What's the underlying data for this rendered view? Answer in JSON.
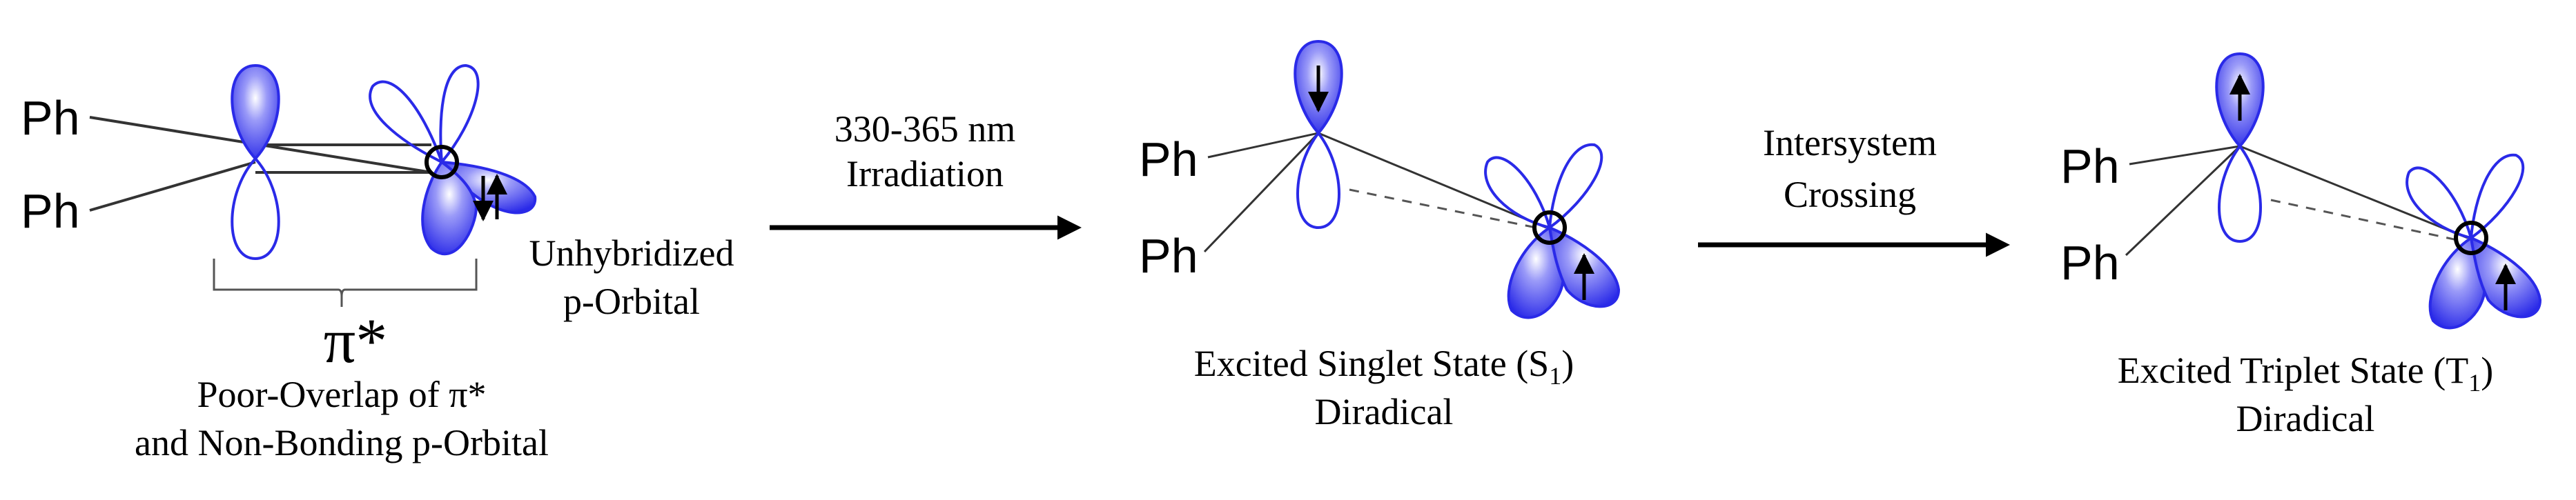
{
  "colors": {
    "lobe_blue": "#3333ee",
    "lobe_highlight": "#ffffff",
    "line": "#333333",
    "text": "#000000"
  },
  "panel1": {
    "ph_top": "Ph",
    "ph_bottom": "Ph",
    "pi_star": "π*",
    "caption_line1": "Poor-Overlap of π*",
    "caption_line2": "and Non-Bonding p-Orbital",
    "side_label_line1": "Unhybridized",
    "side_label_line2": "p-Orbital"
  },
  "arrow1": {
    "line1": "330-365 nm",
    "line2": "Irradiation"
  },
  "panel2": {
    "ph_top": "Ph",
    "ph_bottom": "Ph",
    "caption_prefix": "Excited Singlet State (S",
    "caption_subscript": "1",
    "caption_suffix": ")",
    "caption_line2": "Diradical"
  },
  "arrow2": {
    "line1": "Intersystem",
    "line2": "Crossing"
  },
  "panel3": {
    "ph_top": "Ph",
    "ph_bottom": "Ph",
    "caption_prefix": "Excited Triplet State (T",
    "caption_subscript": "1",
    "caption_suffix": ")",
    "caption_line2": "Diradical"
  },
  "icons": {
    "spin_up": "spin-up-arrow-icon",
    "spin_down": "spin-down-arrow-icon",
    "radical_center": "radical-circle-icon"
  }
}
